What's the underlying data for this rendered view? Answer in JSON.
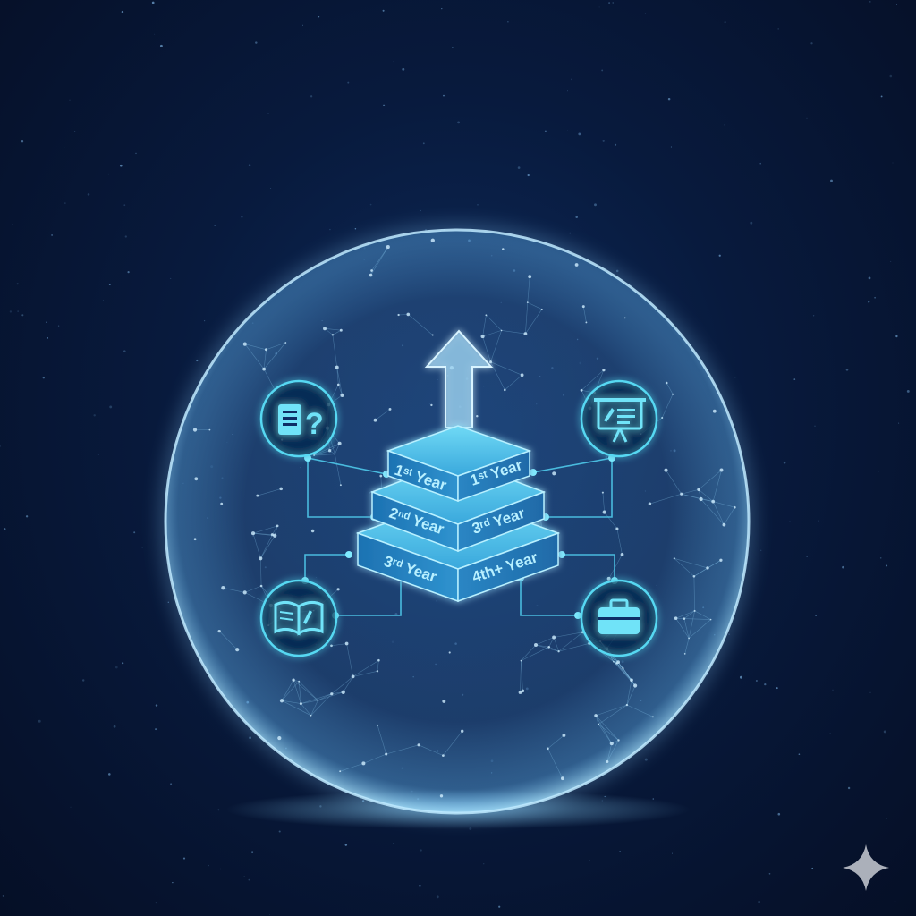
{
  "diagram": {
    "steps": [
      {
        "left_label": "1ˢᵗ Year",
        "right_label": "1ˢᵗ Year"
      },
      {
        "left_label": "2ⁿᵈ Year",
        "right_label": "3ʳᵈ Year"
      },
      {
        "left_label": "3ʳᵈ Year",
        "right_label": "4th+ Year"
      }
    ],
    "icons": [
      {
        "name": "study-questions-icon",
        "glyph": "▤?"
      },
      {
        "name": "presentation-board-icon",
        "glyph": "presentation"
      },
      {
        "name": "open-book-icon",
        "glyph": "book"
      },
      {
        "name": "briefcase-icon",
        "glyph": "briefcase"
      }
    ],
    "colors": {
      "accent": "#57d8f2",
      "glow": "#7feaff",
      "background": "#081a3d"
    }
  }
}
